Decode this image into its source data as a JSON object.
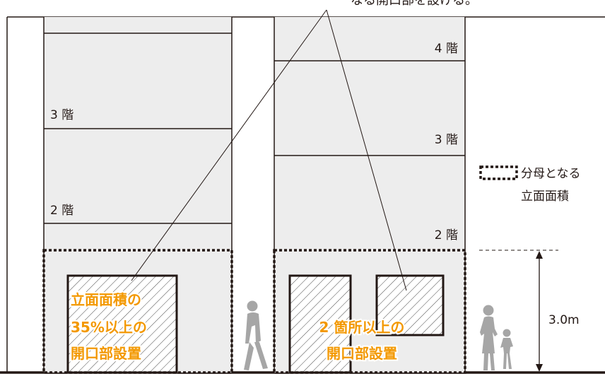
{
  "top_note": "なる開口部を設ける。",
  "left_building": {
    "floor_labels": [
      "3 階",
      "2 階"
    ],
    "opening_label_lines": [
      "立面面積の",
      "35%以上の",
      "開口部設置"
    ]
  },
  "right_building": {
    "floor_labels": [
      "4 階",
      "3 階",
      "2 階"
    ],
    "opening_label_lines": [
      "2 箇所以上の",
      "開口部設置"
    ]
  },
  "legend": {
    "line1": "分母となる",
    "line2": "立面面積"
  },
  "height_dimension": "3.0m",
  "colors": {
    "wall_fill": "#ededed",
    "outline": "#231815",
    "highlight_text": "#f39800",
    "human_silhouette": "#a6a6a6"
  }
}
